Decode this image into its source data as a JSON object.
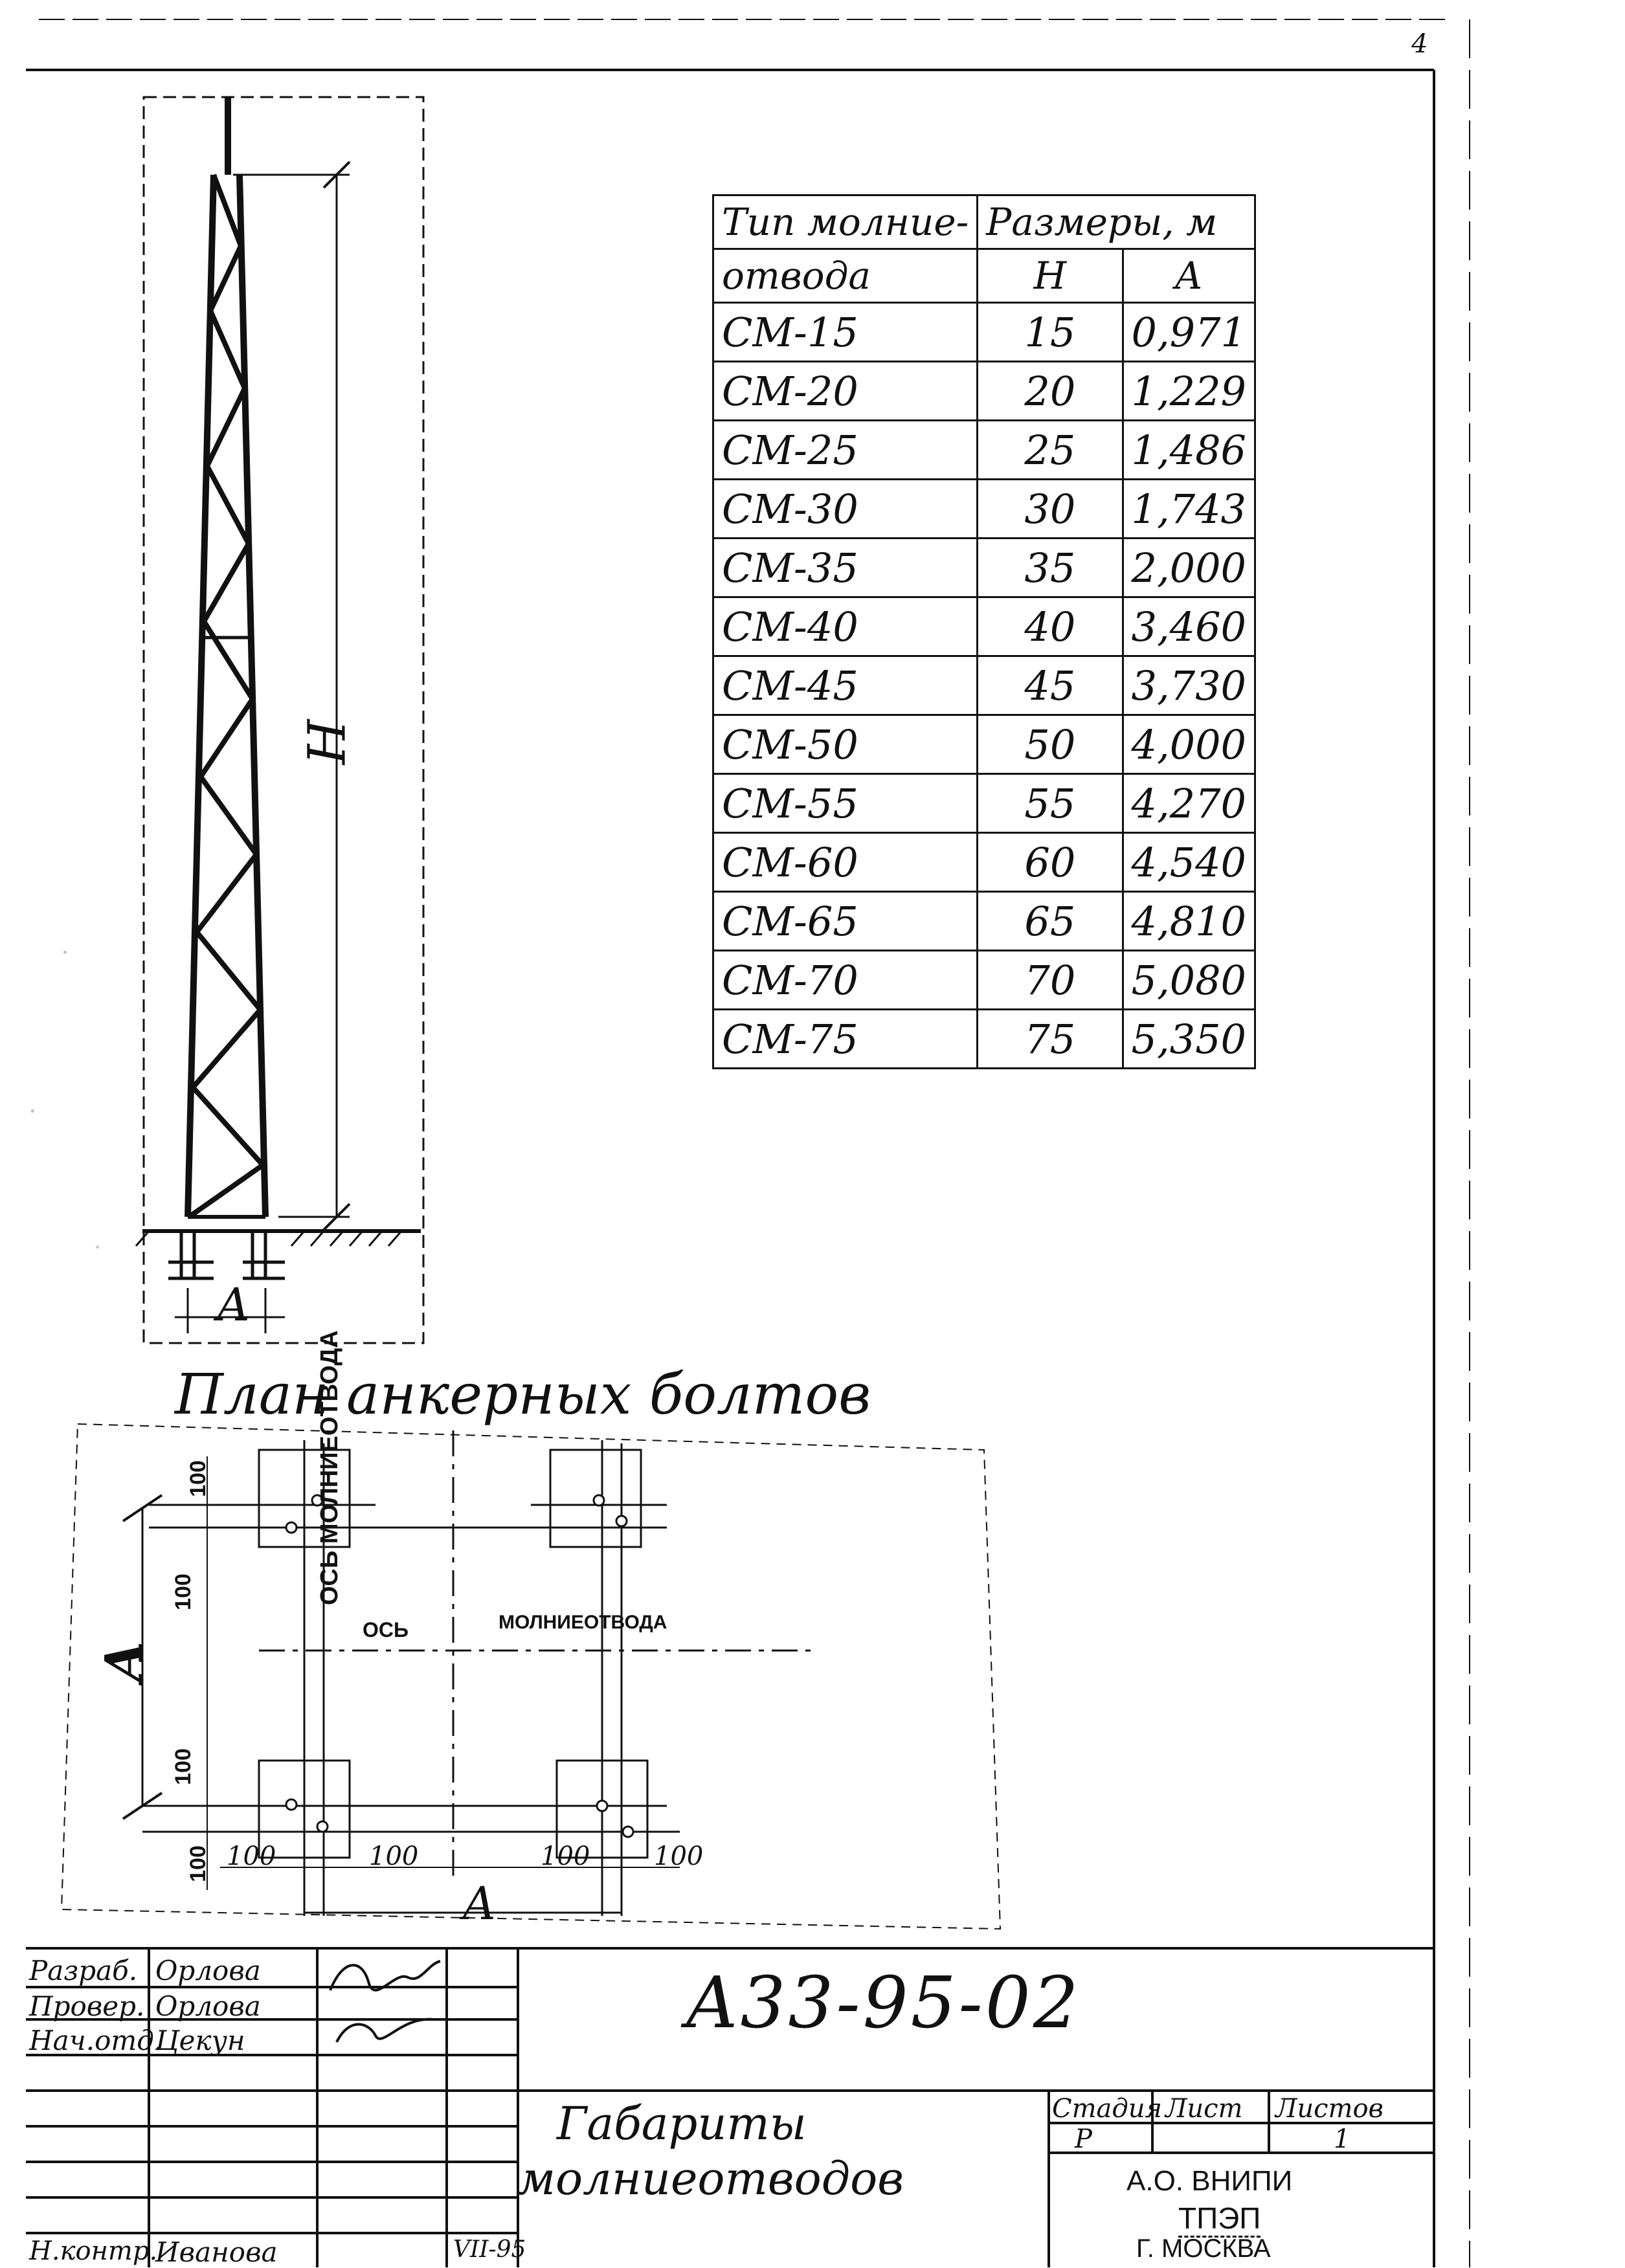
{
  "page": {
    "number": "4"
  },
  "table": {
    "header": {
      "type_label_1": "Тип молние-",
      "type_label_2": "отвода",
      "dims_label": "Размеры, м",
      "h": "H",
      "a": "A"
    },
    "rows": [
      {
        "type": "СМ-15",
        "h": "15",
        "a": "0,971"
      },
      {
        "type": "СМ-20",
        "h": "20",
        "a": "1,229"
      },
      {
        "type": "СМ-25",
        "h": "25",
        "a": "1,486"
      },
      {
        "type": "СМ-30",
        "h": "30",
        "a": "1,743"
      },
      {
        "type": "СМ-35",
        "h": "35",
        "a": "2,000"
      },
      {
        "type": "СМ-40",
        "h": "40",
        "a": "3,460"
      },
      {
        "type": "СМ-45",
        "h": "45",
        "a": "3,730"
      },
      {
        "type": "СМ-50",
        "h": "50",
        "a": "4,000"
      },
      {
        "type": "СМ-55",
        "h": "55",
        "a": "4,270"
      },
      {
        "type": "СМ-60",
        "h": "60",
        "a": "4,540"
      },
      {
        "type": "СМ-65",
        "h": "65",
        "a": "4,810"
      },
      {
        "type": "СМ-70",
        "h": "70",
        "a": "5,080"
      },
      {
        "type": "СМ-75",
        "h": "75",
        "a": "5,350"
      }
    ]
  },
  "tower": {
    "height_label": "H",
    "base_label": "A"
  },
  "plan": {
    "title": "План анкерных болтов",
    "axis_vertical": "ОСЬ МОЛНИЕОТВОДА",
    "axis_horizontal_left": "ОСЬ",
    "axis_horizontal_right": "МОЛНИЕОТВОДА",
    "dim_a_vertical": "A",
    "dim_a_horizontal": "A",
    "dims": [
      "100",
      "100",
      "100",
      "100",
      "100",
      "100",
      "100",
      "100"
    ]
  },
  "title_block": {
    "roles": [
      "Разраб.",
      "Провер.",
      "Нач.отд."
    ],
    "names": [
      "Орлова",
      "Орлова",
      "Цекун"
    ],
    "control_role": "Н.контр.",
    "control_name": "Иванова",
    "control_date": "VII-95",
    "doc_code": "A33-95-02",
    "drawing_title_1": "Габариты",
    "drawing_title_2": "молниеотводов",
    "stage_label": "Стадия",
    "sheet_label": "Лист",
    "sheets_label": "Листов",
    "stage_value": "Р",
    "sheets_value": "1",
    "org_1": "А.О. ВНИПИ",
    "org_2": "ТПЭП",
    "org_3": "Г. МОСКВА"
  }
}
